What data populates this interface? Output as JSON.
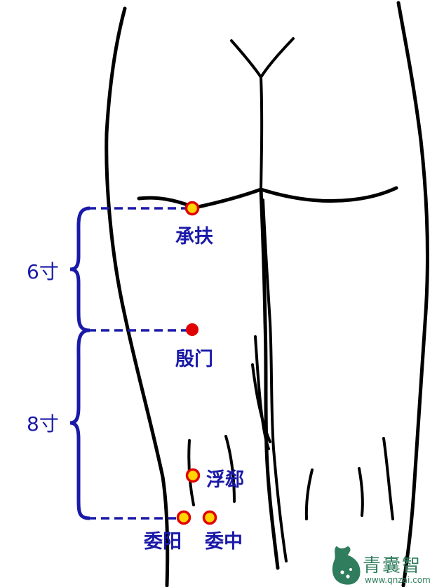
{
  "colors": {
    "outline": "#000000",
    "guide": "#1a1aa8",
    "point_fill": "#ffd400",
    "point_ring": "#e00000",
    "point_solid": "#e00000",
    "watermark": "#2f7d5d"
  },
  "acupoints": [
    {
      "id": "chengfu",
      "label": "承扶",
      "style": "ring"
    },
    {
      "id": "yinmen",
      "label": "殷门",
      "style": "solid"
    },
    {
      "id": "fuxi",
      "label": "浮郄",
      "style": "ring"
    },
    {
      "id": "weiyang",
      "label": "委阳",
      "style": "ring"
    },
    {
      "id": "weizhong",
      "label": "委中",
      "style": "ring"
    }
  ],
  "measurements": [
    {
      "label": "6寸"
    },
    {
      "label": "8寸"
    }
  ],
  "watermark": {
    "brand": "青囊智",
    "url": "www.qnzai.com",
    "icon": "pouch-logo-icon"
  }
}
